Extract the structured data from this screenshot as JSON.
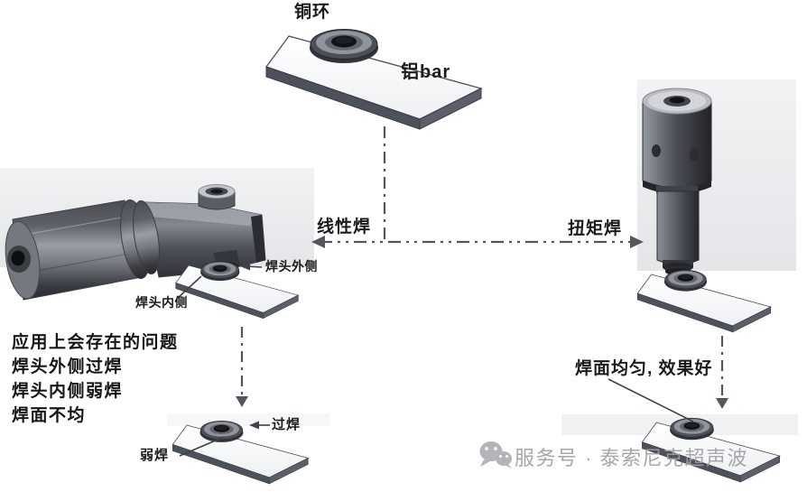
{
  "diagram": {
    "top_assembly": {
      "ring_label": "铜环",
      "bar_label": "铝bar"
    },
    "branches": {
      "left_label": "线性焊",
      "right_label": "扭矩焊"
    },
    "left_assembly": {
      "horn_outer_label": "焊头外侧",
      "horn_inner_label": "焊头内侧"
    },
    "problems": {
      "title": "应用上会存在的问题",
      "items": [
        "焊头外侧过焊",
        "焊头内侧弱焊",
        "焊面不均"
      ]
    },
    "bottom_left_result": {
      "over_weld_label": "过焊",
      "weak_weld_label": "弱焊"
    },
    "right_result": {
      "label": "焊面均匀, 效果好"
    }
  },
  "watermark": {
    "icon": "wechat-icon",
    "text": "服务号 · 泰索尼克超声波"
  },
  "colors": {
    "label_text": "#1b1b1b",
    "flow_line": "#53565c",
    "watermark_gray": "#9ea0a3",
    "metal_dark": "#2c2e33",
    "metal_light": "#999ea6",
    "plate_face": "#fbfcfd",
    "panel_gray": "#e6e8eb"
  }
}
